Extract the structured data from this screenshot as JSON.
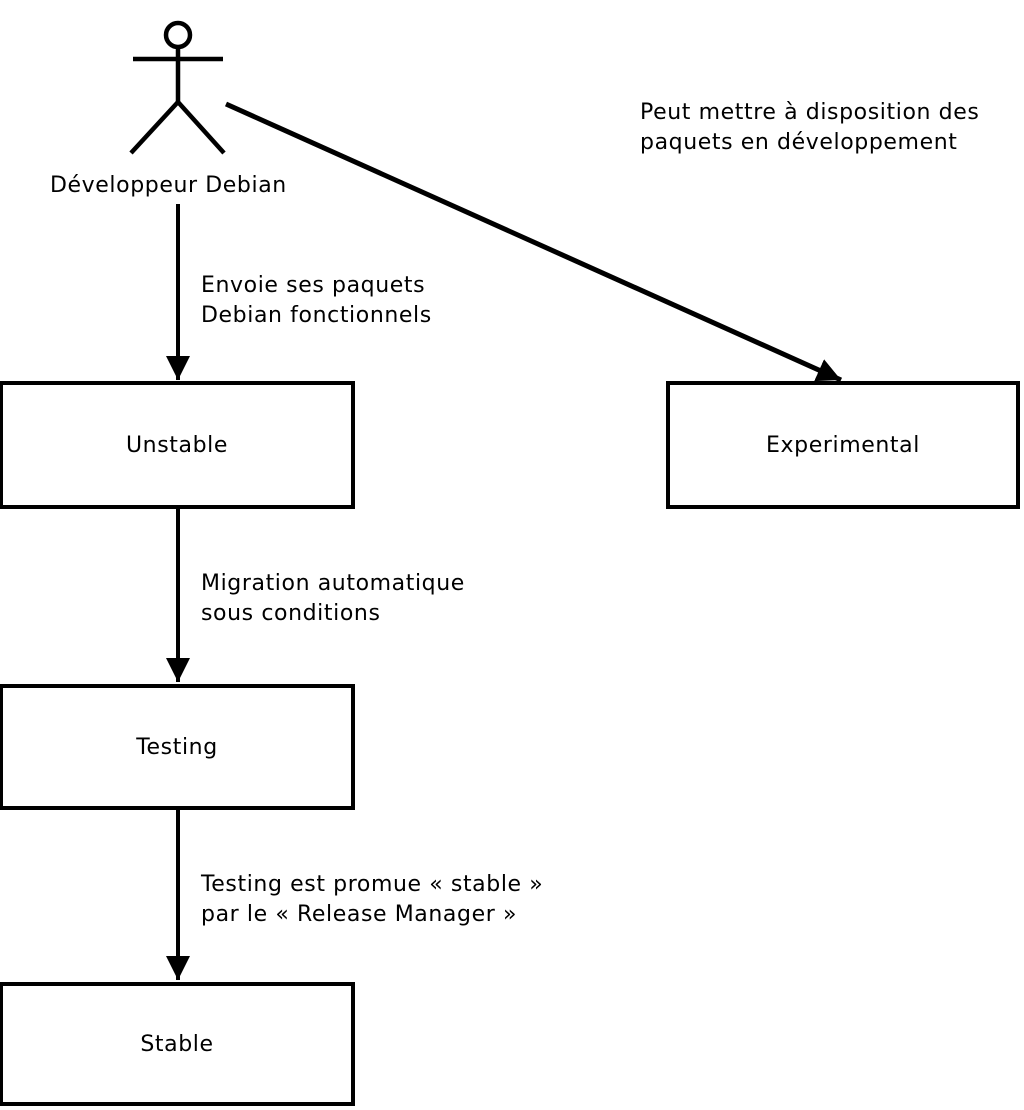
{
  "canvas": {
    "background_color": "#ffffff",
    "line_color": "#000000"
  },
  "actor": {
    "label": "Développeur Debian"
  },
  "boxes": {
    "unstable": {
      "label": "Unstable"
    },
    "experimental": {
      "label": "Experimental"
    },
    "testing": {
      "label": "Testing"
    },
    "stable": {
      "label": "Stable"
    }
  },
  "edge_labels": {
    "actor_to_experimental": "Peut mettre à disposition des\npaquets en développement",
    "actor_to_unstable": "Envoie ses paquets\nDebian fonctionnels",
    "unstable_to_testing": "Migration automatique\nsous conditions",
    "testing_to_stable": "Testing est promue « stable »\npar le « Release Manager »"
  }
}
